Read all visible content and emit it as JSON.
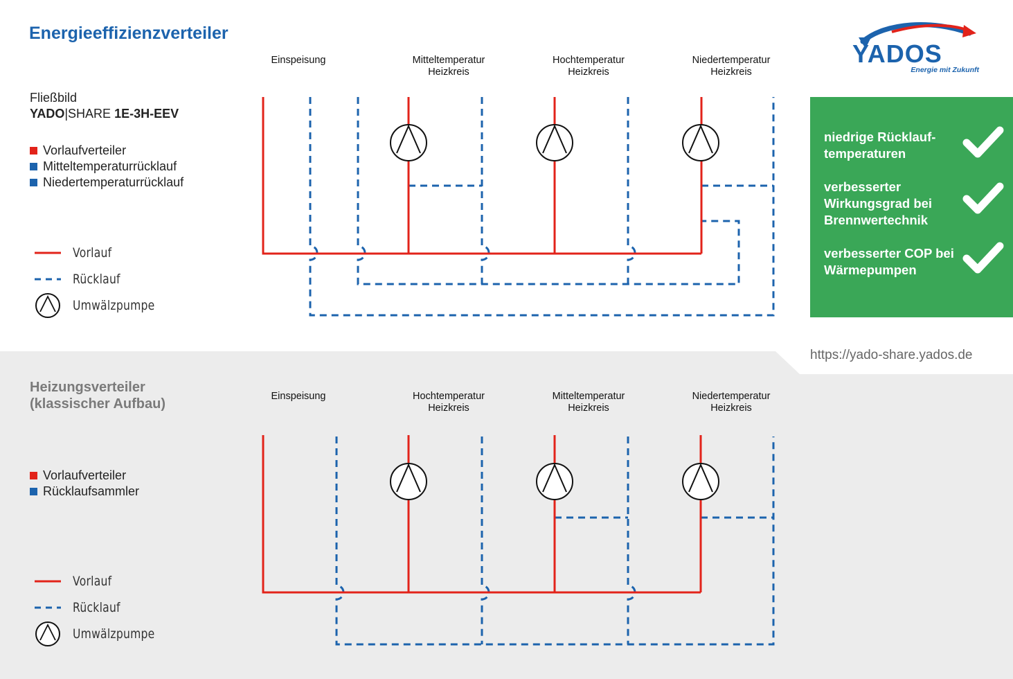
{
  "colors": {
    "supply": "#e2231a",
    "return": "#1c63ad",
    "title_blue": "#1c63ad",
    "green": "#3aa757",
    "gray_bg": "#ececec",
    "gray_title": "#7a7a7a"
  },
  "header": {
    "title": "Energieeffizienzverteiler",
    "logo_text": "YADOS",
    "logo_tagline": "Energie mit Zukunft"
  },
  "eev": {
    "subtitle_line1": "Fließbild",
    "subtitle_brand_bold": "YADO",
    "subtitle_bar": "|",
    "subtitle_brand_normal": "SHARE",
    "subtitle_model": " 1E-3H-EEV",
    "legend": [
      {
        "label": "Vorlaufverteiler",
        "color": "#e2231a"
      },
      {
        "label": "Mitteltemperaturrücklauf",
        "color": "#1c63ad"
      },
      {
        "label": "Niedertemperaturrücklauf",
        "color": "#1c63ad"
      }
    ],
    "line_legend": {
      "supply": "Vorlauf",
      "return": "Rücklauf",
      "pump": "Umwälzpumpe"
    },
    "columns": [
      {
        "line1": "Einspeisung",
        "line2": ""
      },
      {
        "line1": "Mitteltemperatur",
        "line2": "Heizkreis"
      },
      {
        "line1": "Hochtemperatur",
        "line2": "Heizkreis"
      },
      {
        "line1": "Niedertemperatur",
        "line2": "Heizkreis"
      }
    ]
  },
  "benefits": [
    {
      "text": "niedrige Rücklauf-\ntemperaturen"
    },
    {
      "text": "verbesserter Wirkungsgrad bei Brennwertechnik"
    },
    {
      "text": "verbesserter COP bei Wärmepumpen"
    }
  ],
  "url": "https://yado-share.yados.de",
  "classic": {
    "title_line1": "Heizungsverteiler",
    "title_line2": "(klassischer Aufbau)",
    "legend": [
      {
        "label": "Vorlaufverteiler",
        "color": "#e2231a"
      },
      {
        "label": "Rücklaufsammler",
        "color": "#1c63ad"
      }
    ],
    "line_legend": {
      "supply": "Vorlauf",
      "return": "Rücklauf",
      "pump": "Umwälzpumpe"
    },
    "columns": [
      {
        "line1": "Einspeisung",
        "line2": ""
      },
      {
        "line1": "Hochtemperatur",
        "line2": "Heizkreis"
      },
      {
        "line1": "Mitteltemperatur",
        "line2": "Heizkreis"
      },
      {
        "line1": "Niedertemperatur",
        "line2": "Heizkreis"
      }
    ]
  }
}
